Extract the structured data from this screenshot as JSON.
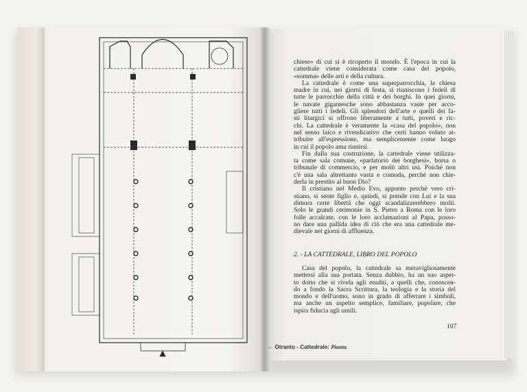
{
  "right_page": {
    "paragraph_1_lines": [
      "chiese» di cui si è ricoperto il mondo. È l'epoca in cui la",
      "cattedrale viene considerata come casa del popolo,",
      "«somma» delle arti e della cultura.",
      "   La cattedrale è come una superparrocchia, la chiesa",
      "madre in cui, nei giorni di festa, si riuniscono i fedeli di",
      "tutte le parrocchie della città e dei borghi. In quei giorni,",
      "le navate gigantesche sono abbastanza vaste per acco-",
      "gliere tutti i fedeli. Gli splendori dell'arte e quelli dei fa-",
      "sti liturgici si offrono liberamente a tutti, poveri e ric-",
      "chi. La cattedrale è veramente la «casa del popolo», non",
      "nel senso laico e rivendicativo che certi hanno voluto at-",
      "tribuire all'espressione, ma semplicemente come luogo",
      "in cui il popolo ama riunirsi.",
      "   Fin dalla sua costruzione, la cattedrale viene utilizza-",
      "ta come sala comune, «parlatorio dei borghesi», borsa o",
      "tribunale di commercio, e per molti altri usi. Poiché non",
      "c'è una sala altrettanto vasta e comoda, perché non chie-",
      "derla in prestito al buon Dio?",
      "   Il cristiano nel Medio Evo, appunto perché vero cri-",
      "stiano, si sente figlio e, quindi, si prende con Lui e la sua",
      "dimora certe libertà che oggi scandalizzerebbero molti.",
      "Solo le grandi cerimonie in S. Pietro a Roma con le loro",
      "folle accalcate, con le loro acclamazioni al Papa, posso-",
      "no dare una pallida idea di ciò che era una cattedrale me-",
      "dievale nei giorni di affluenza."
    ],
    "section_heading": "2. - LA CATTEDRALE, LIBRO DEL POPOLO",
    "paragraph_2_lines": [
      "   Casa del popolo, la cattedrale sa meravigliosamente",
      "mettersi alla sua portata. Senza dubbio, ha un suo aspet-",
      "to dotto che si rivela agli eruditi, a quelli che, conoscen-",
      "do a fondo la Sacra Scrittura, la teologia e la storia del",
      "mondo e dell'uomo, sono in grado di afferrare i simboli,",
      "ma anche un aspetto semplice, familiare, popolare, che",
      "ispira fiducia agli umili."
    ],
    "page_number": "107"
  },
  "caption": {
    "arrow": "←",
    "text": "Otranto - Cattedrale: ",
    "italic": "Pianta."
  }
}
